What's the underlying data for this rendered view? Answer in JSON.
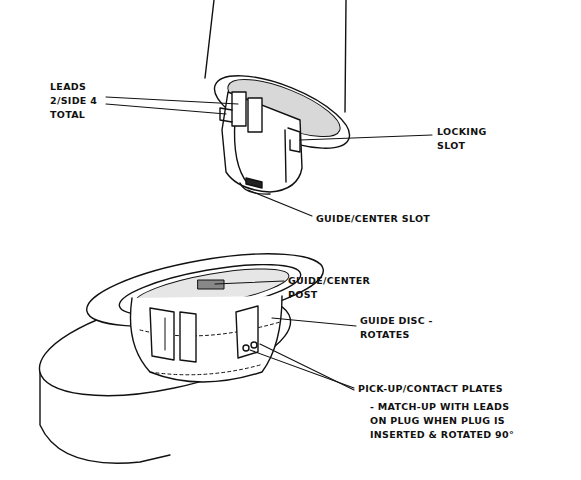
{
  "diagram": {
    "labels": [
      "LEADS 2/SIDE 4 TOTAL",
      "LOCKING SLOT",
      "GUIDE/CENTER SLOT",
      "GUIDE/CENTER POST",
      "GUIDE DISC - ROTATES",
      "PICK-UP/CONTACT PLATES",
      "- MATCH-UP WITH LEADS ON PLUG WHEN PLUG IS INSERTED & ROTATED 90°"
    ]
  }
}
